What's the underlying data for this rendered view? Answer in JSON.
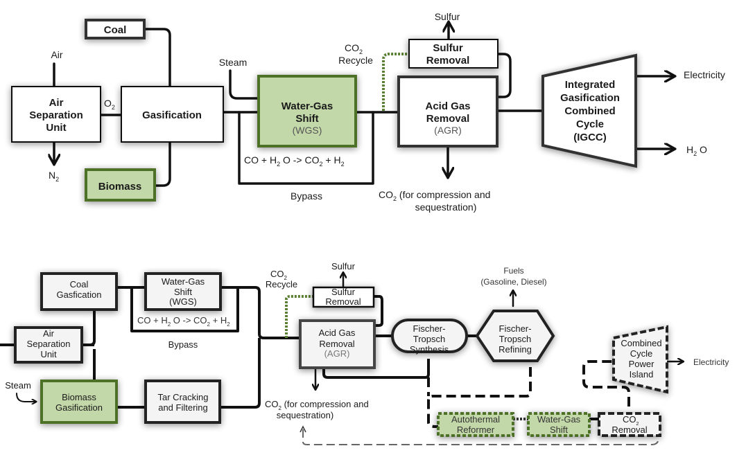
{
  "top": {
    "coal": "Coal",
    "air": "Air",
    "asu": [
      "Air",
      "Separation",
      "Unit"
    ],
    "o2": "O",
    "o2_sub": "2",
    "n2": "N",
    "n2_sub": "2",
    "gasification": "Gasification",
    "biomass": "Biomass",
    "steam": "Steam",
    "wgs": [
      "Water-Gas",
      "Shift",
      "(WGS)"
    ],
    "reaction": [
      "CO + H",
      "2",
      " O -> CO",
      "2",
      "  + H",
      "2"
    ],
    "bypass": "Bypass",
    "co2_recycle": [
      "CO",
      "2",
      "Recycle"
    ],
    "sulfur": "Sulfur",
    "sulfur_removal": [
      "Sulfur",
      "Removal"
    ],
    "agr": [
      "Acid Gas",
      "Removal",
      "(AGR)"
    ],
    "co2_out": [
      "CO",
      "2",
      " (for compression and",
      "sequestration)"
    ],
    "igcc": [
      "Integrated",
      "Gasification",
      "Combined",
      "Cycle",
      "(IGCC)"
    ],
    "electricity": "Electricity",
    "h2o": [
      "H",
      "2",
      " O"
    ]
  },
  "bottom": {
    "coal_gas": [
      "Coal",
      "Gasfication"
    ],
    "wgs": [
      "Water-Gas",
      "Shift",
      "(WGS)"
    ],
    "reaction": [
      "CO + H",
      "2",
      " O -> CO",
      "2",
      "  + H",
      "2"
    ],
    "bypass": "Bypass",
    "asu": [
      "Air",
      "Separation",
      "Unit"
    ],
    "steam": "Steam",
    "biomass_gas": [
      "Biomass",
      "Gasification"
    ],
    "tar": [
      "Tar Cracking",
      "and Filtering"
    ],
    "co2_recycle": [
      "CO",
      "2",
      "Recycle"
    ],
    "sulfur": "Sulfur",
    "sulfur_removal": [
      "Sulfur",
      "Removal"
    ],
    "agr": [
      "Acid Gas",
      "Removal",
      "(AGR)"
    ],
    "co2_out": [
      "CO",
      "2",
      " (for compression and",
      "sequestration)"
    ],
    "ft_synth": [
      "Fischer-",
      "Tropsch",
      "Synthesis"
    ],
    "ft_ref": [
      "Fischer-",
      "Tropsch",
      "Refining"
    ],
    "fuels": [
      "Fuels",
      "(Gasoline, Diesel)"
    ],
    "atr": [
      "Autothermal",
      "Reformer"
    ],
    "wgs2": [
      "Water-Gas",
      "Shift"
    ],
    "co2_removal": [
      "CO",
      "2",
      "Removal"
    ],
    "ccpi": [
      "Combined",
      "Cycle",
      "Power",
      "Island"
    ],
    "electricity": "Electricity"
  },
  "colors": {
    "green_fill": "#c3d8a8",
    "green_border": "#4e7127",
    "line": "#111111"
  }
}
